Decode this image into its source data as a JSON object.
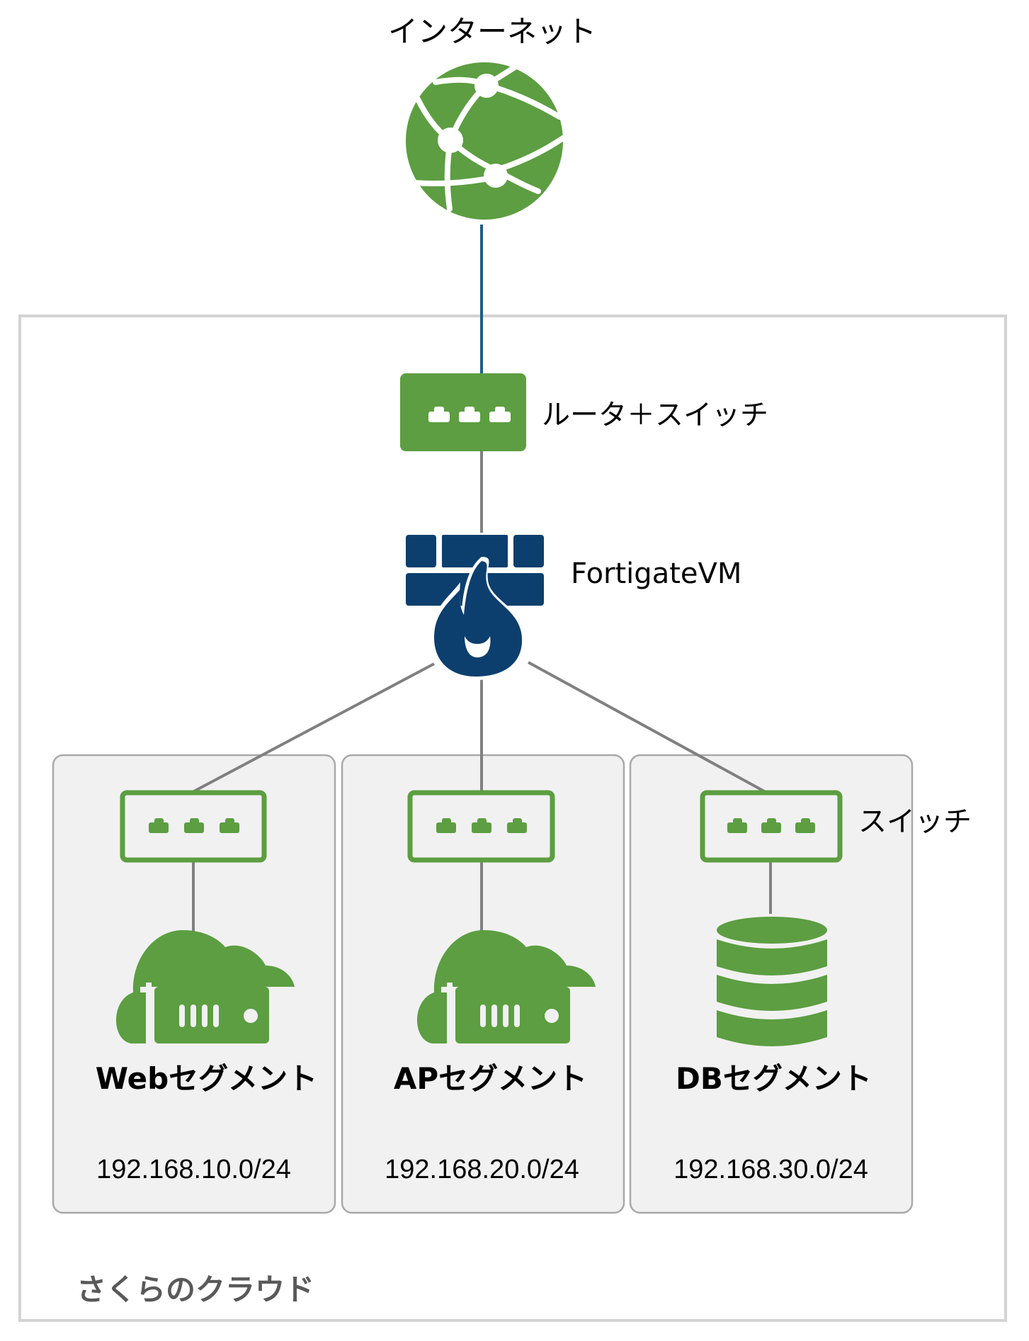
{
  "colors": {
    "green": "#5c9e41",
    "navy": "#0c3f6e",
    "internet_link": "#1b5e87",
    "link": "#808080",
    "segment_fill": "#f1f1f1",
    "segment_border": "#a9a9a9",
    "cloud_border": "#d3d3d3",
    "cloud_label": "#595959"
  },
  "internet": {
    "label": "インターネット",
    "icon": "globe-network-icon"
  },
  "router": {
    "label": "ルータ＋スイッチ",
    "icon": "router-switch-icon"
  },
  "firewall": {
    "label": "FortigateVM",
    "icon": "firewall-icon"
  },
  "switch_label": "スイッチ",
  "cloud": {
    "label": "さくらのクラウド"
  },
  "segments": [
    {
      "name": "Webセグメント",
      "cidr": "192.168.10.0/24",
      "icon": "cloud-server-icon"
    },
    {
      "name": "APセグメント",
      "cidr": "192.168.20.0/24",
      "icon": "cloud-server-icon"
    },
    {
      "name": "DBセグメント",
      "cidr": "192.168.30.0/24",
      "icon": "database-icon"
    }
  ]
}
